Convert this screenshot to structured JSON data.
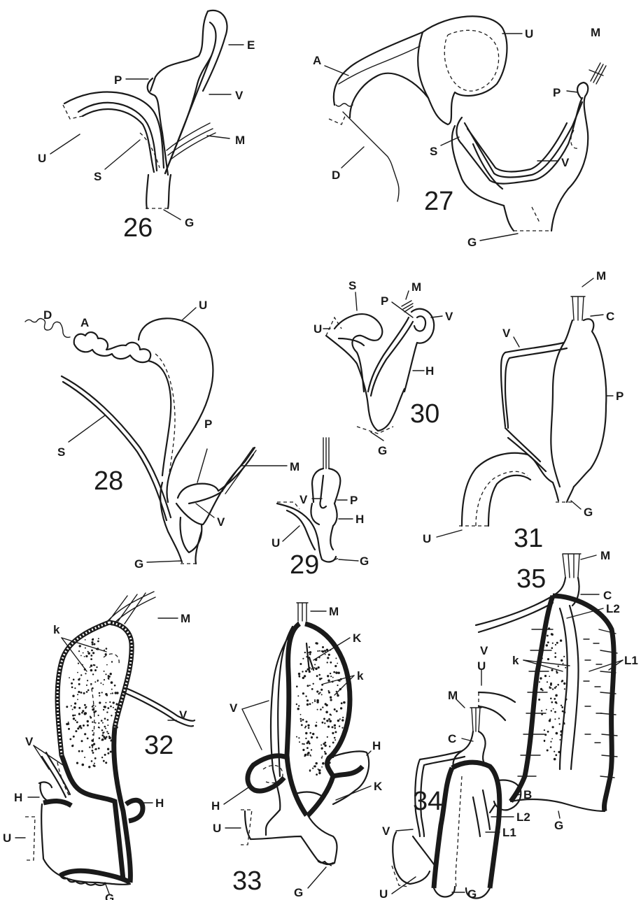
{
  "figures": [
    {
      "number": "26",
      "labels": [
        "E",
        "P",
        "V",
        "M",
        "U",
        "S",
        "G"
      ]
    },
    {
      "number": "27",
      "labels": [
        "U",
        "A",
        "M",
        "P",
        "V",
        "S",
        "D",
        "G"
      ]
    },
    {
      "number": "28",
      "labels": [
        "D",
        "A",
        "U",
        "P",
        "M",
        "S",
        "V",
        "G"
      ]
    },
    {
      "number": "29",
      "labels": [
        "V",
        "P",
        "U",
        "H",
        "G"
      ]
    },
    {
      "number": "30",
      "labels": [
        "M",
        "S",
        "P",
        "V",
        "U",
        "H",
        "G"
      ]
    },
    {
      "number": "31",
      "labels": [
        "M",
        "C",
        "V",
        "P",
        "G",
        "U"
      ]
    },
    {
      "number": "32",
      "labels": [
        "M",
        "k",
        "V",
        "V",
        "H",
        "H",
        "U",
        "G"
      ]
    },
    {
      "number": "33",
      "labels": [
        "M",
        "K",
        "k",
        "V",
        "H",
        "H",
        "K",
        "U",
        "G"
      ]
    },
    {
      "number": "34",
      "labels": [
        "M",
        "C",
        "B",
        "V",
        "L2",
        "L1",
        "U",
        "G"
      ]
    },
    {
      "number": "35",
      "labels": [
        "M",
        "C",
        "L2",
        "V",
        "k",
        "L1",
        "U",
        "G"
      ]
    }
  ]
}
